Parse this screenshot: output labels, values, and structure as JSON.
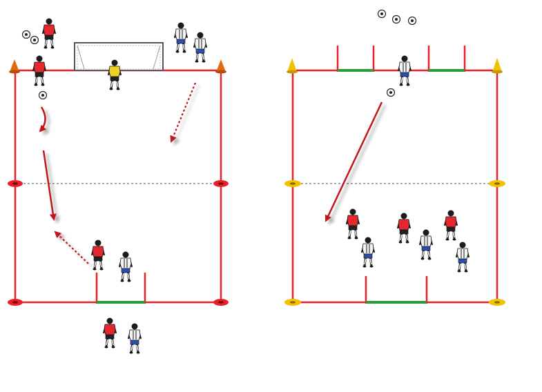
{
  "diagrams": [
    {
      "id": "left-drill",
      "field": {
        "line_color": "#e8202a",
        "halfway_line_color": "#9a9a9a"
      },
      "cones": {
        "color": "#e06a12"
      },
      "goal": {
        "type": "full-size-goal",
        "color": "#555555"
      },
      "mini_goal": {
        "color": "#2a9d3a"
      },
      "balls": 3,
      "players": {
        "red": 4,
        "white": 4,
        "goalkeeper": 1
      },
      "arrows": {
        "run": "solid",
        "pass": "dotted",
        "color": "#c0171e"
      }
    },
    {
      "id": "right-drill",
      "field": {
        "line_color": "#e8202a",
        "halfway_line_color": "#9a9a9a"
      },
      "cones": {
        "color": "#f2c200"
      },
      "mini_goals": {
        "color": "#2a9d3a",
        "count": 3
      },
      "balls": 4,
      "players": {
        "red": 3,
        "white": 4,
        "server": 1
      },
      "arrows": {
        "pass": "solid",
        "color": "#c0171e"
      }
    }
  ],
  "colors": {
    "red_jersey": "#e4282f",
    "white_jersey": "#f4f4f4",
    "shorts_blue": "#2b4fa8",
    "shorts_black": "#222222",
    "keeper_yellow": "#f0d020",
    "ball": "#ffffff"
  }
}
